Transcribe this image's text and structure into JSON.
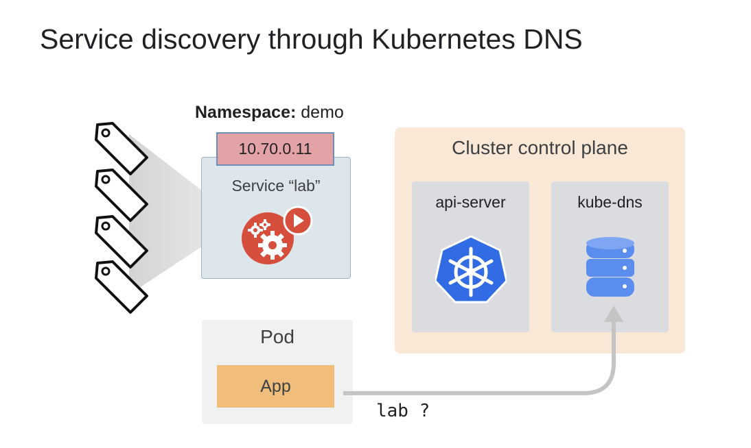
{
  "title": "Service discovery through Kubernetes DNS",
  "namespace": {
    "label": "Namespace:",
    "value": "demo"
  },
  "service": {
    "ip": "10.70.0.11",
    "label": "Service “lab”",
    "icon": "gears-play-icon"
  },
  "control_plane": {
    "label": "Cluster control plane",
    "components": [
      {
        "label": "api-server",
        "icon": "kubernetes-helm-icon"
      },
      {
        "label": "kube-dns",
        "icon": "database-icon"
      }
    ]
  },
  "pod": {
    "label": "Pod",
    "app_label": "App"
  },
  "query": "lab ?",
  "labels_count_icons": "tag-icon",
  "colors": {
    "ip_box": "#e3a3a6",
    "service_box": "#dde6ea",
    "control_plane": "#fae8d6",
    "component_box": "#dadce0",
    "pod_box": "#f1f1f1",
    "app_box": "#f0bd7a",
    "service_icon": "#d64f3c",
    "k8s_blue": "#326ce5",
    "db_blue": "#5b8def",
    "arrow": "#c4c4c4"
  }
}
